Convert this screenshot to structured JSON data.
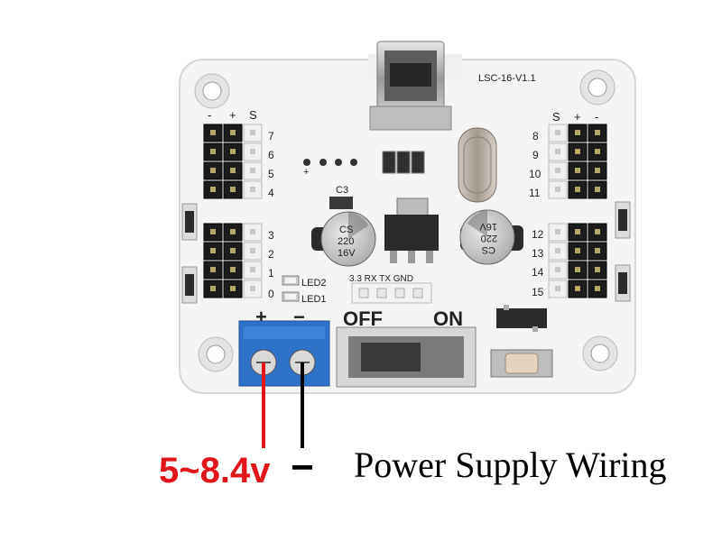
{
  "board": {
    "model": "LSC-16-V1.1",
    "left_header_top_polarity": [
      "-",
      "+",
      "S"
    ],
    "right_header_top_polarity": [
      "S",
      "+",
      "-"
    ],
    "left_channels_top": [
      "7",
      "6",
      "5",
      "4"
    ],
    "left_channels_bottom": [
      "3",
      "2",
      "1",
      "0"
    ],
    "right_channels_top": [
      "8",
      "9",
      "10",
      "11"
    ],
    "right_channels_bottom": [
      "12",
      "13",
      "14",
      "15"
    ],
    "cap_label": "C3",
    "capacitor_text": [
      "CS",
      "220",
      "16V"
    ],
    "led_labels": [
      "LED2",
      "LED1"
    ],
    "uart_label": "3.3 RX TX GND",
    "switch_off": "OFF",
    "switch_on": "ON",
    "terminal_plus": "+",
    "terminal_minus": "−",
    "dot_header_plus": "+"
  },
  "annotations": {
    "voltage": "5~8.4v",
    "minus": "−",
    "title": "Power Supply Wiring"
  },
  "colors": {
    "pcb": "#f4f4f4",
    "terminal": "#2f73c9",
    "positive_wire": "#e0161b",
    "negative_wire": "#000000"
  }
}
